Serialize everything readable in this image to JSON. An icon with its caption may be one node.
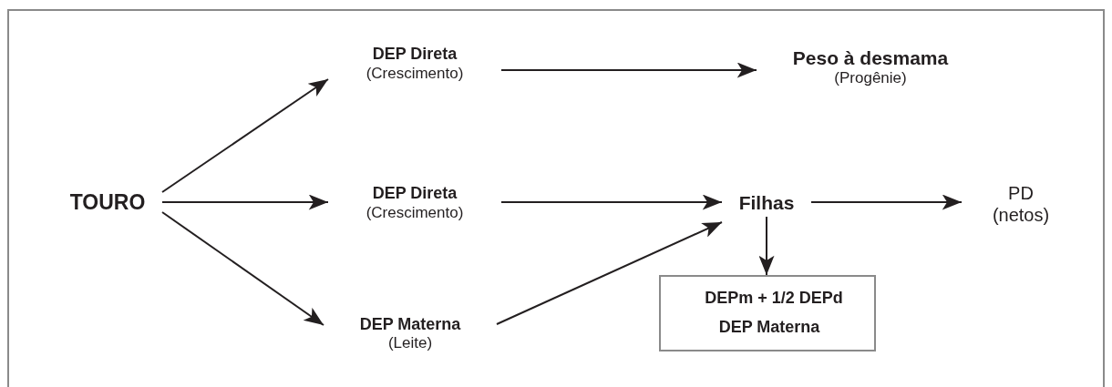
{
  "diagram": {
    "nodes": [
      {
        "text": [
          "TOURO"
        ]
      },
      {
        "text": [
          "DEP Direta",
          "(Crescimento)"
        ]
      },
      {
        "text": [
          "Peso à desmama",
          "(Progênie)"
        ]
      },
      {
        "text": [
          "DEP Direta",
          "(Crescimento)"
        ]
      },
      {
        "text": [
          "DEP Materna",
          "(Leite)"
        ]
      },
      {
        "text": [
          "Filhas"
        ]
      },
      {
        "text": [
          "PD",
          "(netos)"
        ]
      },
      {
        "text": [
          "DEPm + 1/2 DEPd",
          "DEP Materna"
        ]
      }
    ],
    "edges": [
      {
        "from": 0,
        "to": 1,
        "arrow": "to"
      },
      {
        "from": 0,
        "to": 3,
        "arrow": "to"
      },
      {
        "from": 0,
        "to": 4,
        "arrow": "to"
      },
      {
        "from": 1,
        "to": 2,
        "arrow": "to"
      },
      {
        "from": 3,
        "to": 5,
        "arrow": "to"
      },
      {
        "from": 4,
        "to": 5,
        "arrow": "to"
      },
      {
        "from": 5,
        "to": 6,
        "arrow": "to"
      },
      {
        "from": 5,
        "to": 7,
        "arrow": "to"
      }
    ]
  }
}
